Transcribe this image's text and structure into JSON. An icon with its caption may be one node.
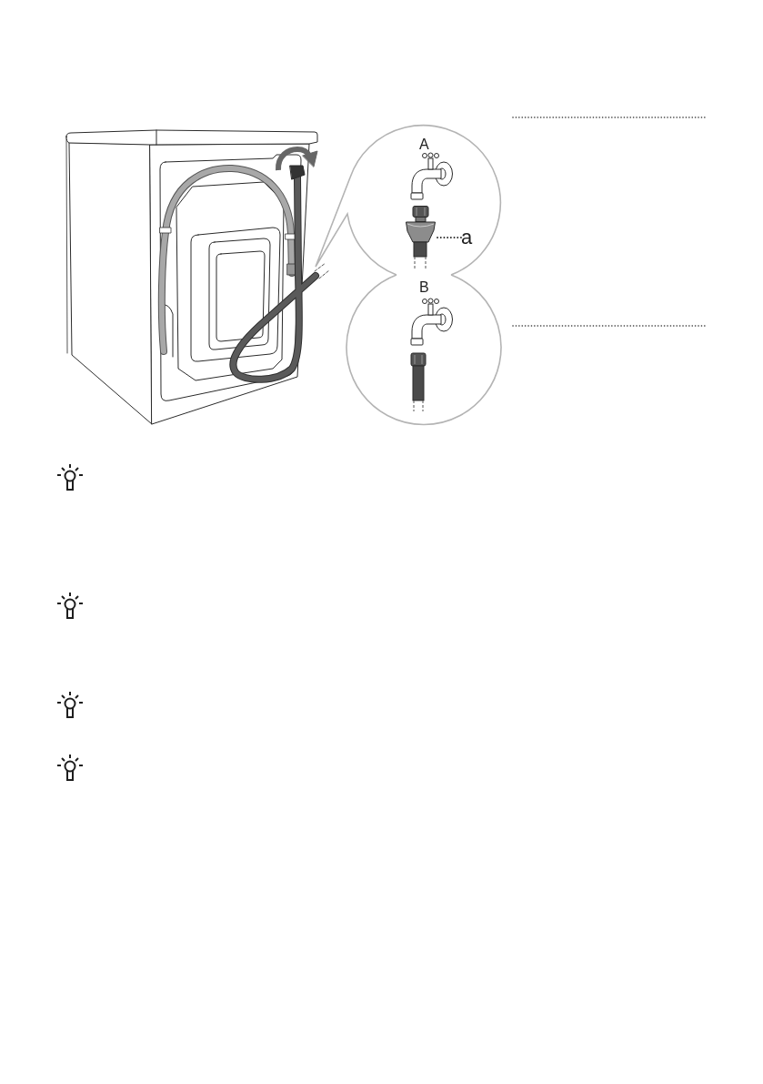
{
  "diagram": {
    "nodes": [
      {
        "text": [
          "A"
        ]
      },
      {
        "text": [
          "a"
        ],
        "in": 0
      },
      {
        "text": [],
        "shape": "picture",
        "in": 0
      },
      {
        "text": [
          "B"
        ]
      }
    ],
    "edges": [
      {
        "from": 1,
        "to": 2,
        "arrow": "none",
        "style": "dashed"
      }
    ]
  }
}
